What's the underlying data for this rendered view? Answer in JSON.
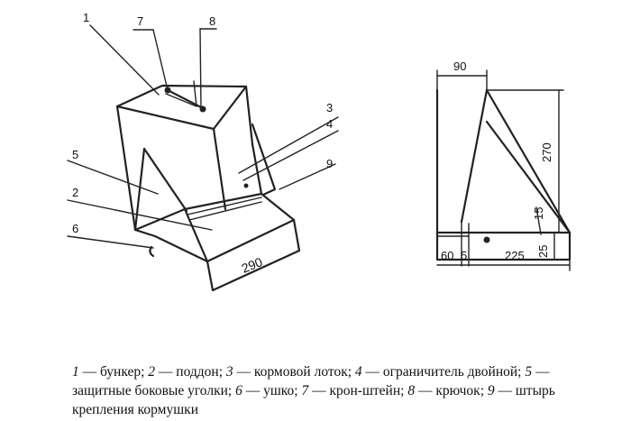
{
  "labels": {
    "l1": "1",
    "l2": "2",
    "l3": "3",
    "l4": "4",
    "l5": "5",
    "l6": "6",
    "l7": "7",
    "l8": "8",
    "l9": "9"
  },
  "dimensions": {
    "tray_width": "290",
    "top_width": "90",
    "height": "270",
    "lip": "15",
    "bottom_height": "25",
    "left_offset": "60",
    "gap": "5",
    "base_length": "225"
  },
  "legend": [
    {
      "num": "1",
      "text": " — бункер; "
    },
    {
      "num": "2",
      "text": " — поддон; "
    },
    {
      "num": "3",
      "text": " — кормовой лоток; "
    },
    {
      "num": "4",
      "text": " — ограничитель двойной; "
    },
    {
      "num": "5",
      "text": " — защитные боковые уголки; "
    },
    {
      "num": "6",
      "text": " — ушко; "
    },
    {
      "num": "7",
      "text": " — крон-штейн; "
    },
    {
      "num": "8",
      "text": " — крючок; "
    },
    {
      "num": "9",
      "text": " — штырь крепления кормушки"
    }
  ]
}
